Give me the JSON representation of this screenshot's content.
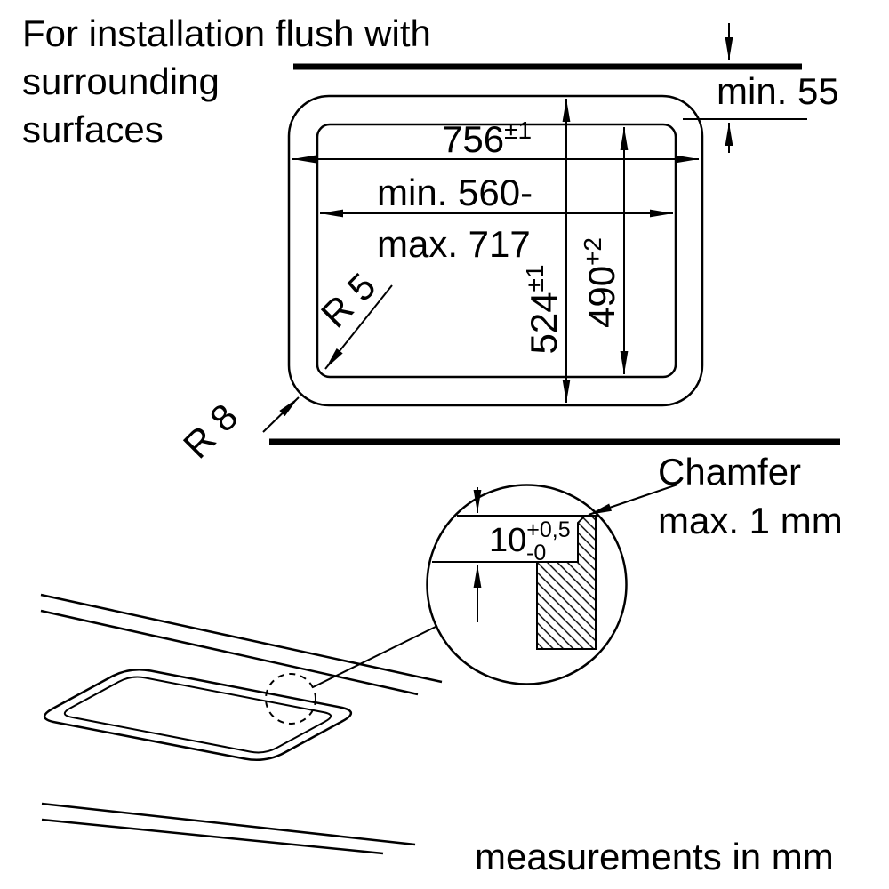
{
  "title": {
    "line1": "For installation flush with",
    "line2": "surrounding",
    "line3": "surfaces"
  },
  "top_clearance": {
    "label": "min. 55"
  },
  "cutout_dimensions": {
    "outer_width": {
      "value": "756",
      "tolerance": "±1"
    },
    "inner_width": {
      "line1": "min. 560-",
      "line2": "max. 717"
    },
    "outer_height": {
      "value": "524",
      "tolerance": "±1"
    },
    "inner_height": {
      "value": "490",
      "tolerance": "+2"
    },
    "inner_corner_radius": "R 5",
    "outer_corner_radius": "R 8"
  },
  "detail": {
    "recess_depth": {
      "value": "10",
      "tolerance_upper": "+0,5",
      "tolerance_lower": "-0"
    },
    "chamfer_label": {
      "line1": "Chamfer",
      "line2": "max. 1 mm"
    }
  },
  "footer": {
    "note": "measurements in mm"
  },
  "colors": {
    "ink": "#000000",
    "background": "#ffffff"
  }
}
